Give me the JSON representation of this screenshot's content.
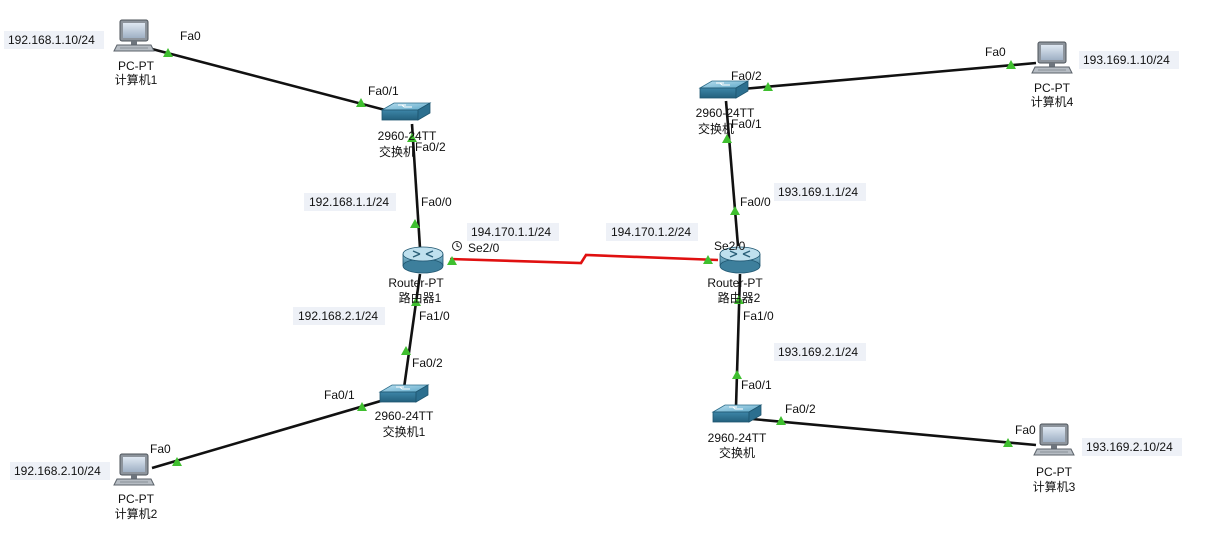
{
  "colors": {
    "ethernet_link": "#111111",
    "serial_link": "#e01010",
    "port_status_up": "#3fbf2f",
    "ip_label_bg": "#eef1f7"
  },
  "devices": {
    "pc1": {
      "type": "PC-PT",
      "name": "计算机1",
      "icon": "pc-icon"
    },
    "pc2": {
      "type": "PC-PT",
      "name": "计算机2",
      "icon": "pc-icon"
    },
    "pc3": {
      "type": "PC-PT",
      "name": "计算机3",
      "icon": "pc-icon"
    },
    "pc4": {
      "type": "PC-PT",
      "name": "计算机4",
      "icon": "pc-icon"
    },
    "switch_top_left": {
      "type": "2960-24TT",
      "name": "交换机",
      "icon": "switch-icon"
    },
    "switch_bottom_left": {
      "type": "2960-24TT",
      "name": "交换机1",
      "icon": "switch-icon"
    },
    "switch_top_right": {
      "type": "2960-24TT",
      "name": "交换机",
      "icon": "switch-icon"
    },
    "switch_bottom_right": {
      "type": "2960-24TT",
      "name": "交换机",
      "icon": "switch-icon"
    },
    "router1": {
      "type": "Router-PT",
      "name": "路由器1",
      "icon": "router-icon"
    },
    "router2": {
      "type": "Router-PT",
      "name": "路由器2",
      "icon": "router-icon"
    }
  },
  "ip_labels": {
    "pc1": "192.168.1.10/24",
    "pc2": "192.168.2.10/24",
    "pc3": "193.169.2.10/24",
    "pc4": "193.169.1.10/24",
    "r1_fa00": "192.168.1.1/24",
    "r1_fa10": "192.168.2.1/24",
    "r1_se20": "194.170.1.1/24",
    "r2_se20": "194.170.1.2/24",
    "r2_fa00": "193.169.1.1/24",
    "r2_fa10": "193.169.2.1/24"
  },
  "ports": {
    "pc1_fa0": "Fa0",
    "swtl_fa01": "Fa0/1",
    "swtl_fa02": "Fa0/2",
    "r1_fa00": "Fa0/0",
    "r1_se20": "Se2/0",
    "r1_fa10": "Fa1/0",
    "swbl_fa02": "Fa0/2",
    "swbl_fa01": "Fa0/1",
    "pc2_fa0": "Fa0",
    "pc4_fa0": "Fa0",
    "swtr_fa02": "Fa0/2",
    "swtr_fa01": "Fa0/1",
    "r2_fa00": "Fa0/0",
    "r2_se20": "Se2/0",
    "r2_fa10": "Fa1/0",
    "swbr_fa01": "Fa0/1",
    "swbr_fa02": "Fa0/2",
    "pc3_fa0": "Fa0"
  },
  "clock_icon": "clock-icon"
}
